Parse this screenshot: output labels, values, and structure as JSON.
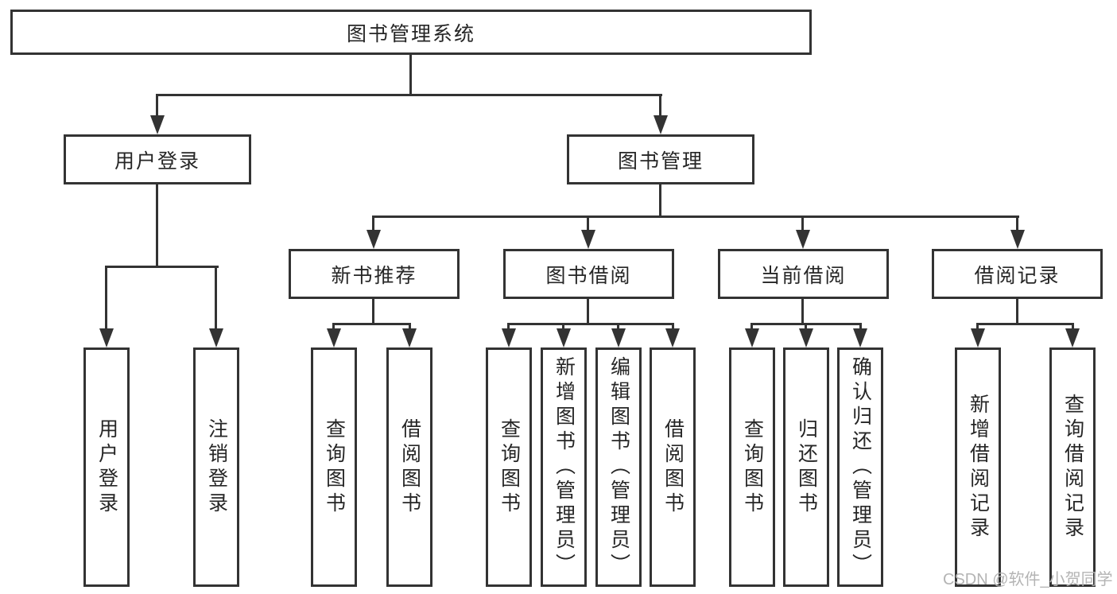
{
  "diagram_title": "图书管理系统",
  "nodes": {
    "root": {
      "label": "图书管理系统"
    },
    "user_login_group": {
      "label": "用户登录"
    },
    "book_mgmt": {
      "label": "图书管理"
    },
    "new_book_rec": {
      "label": "新书推荐"
    },
    "book_borrow": {
      "label": "图书借阅"
    },
    "current_borrow": {
      "label": "当前借阅"
    },
    "borrow_records": {
      "label": "借阅记录"
    },
    "user_login": {
      "label": "用户登录"
    },
    "logout": {
      "label": "注销登录"
    },
    "nbr_query_book": {
      "label": "查询图书"
    },
    "nbr_borrow_book": {
      "label": "借阅图书"
    },
    "bb_query_book": {
      "label": "查询图书"
    },
    "bb_add_book": {
      "label": "新增图书（管理员）"
    },
    "bb_edit_book": {
      "label": "编辑图书（管理员）"
    },
    "bb_borrow_book": {
      "label": "借阅图书"
    },
    "cb_query_book": {
      "label": "查询图书"
    },
    "cb_return_book": {
      "label": "归还图书"
    },
    "cb_confirm_return": {
      "label": "确认归还（管理员）"
    },
    "br_add_record": {
      "label": "新增借阅记录"
    },
    "br_query_record": {
      "label": "查询借阅记录"
    }
  },
  "watermark": {
    "text": "CSDN @软件_小贺同学"
  },
  "colors": {
    "line": "#333333",
    "text": "#262626",
    "background": "#ffffff",
    "watermark": "#b4b4b4"
  }
}
